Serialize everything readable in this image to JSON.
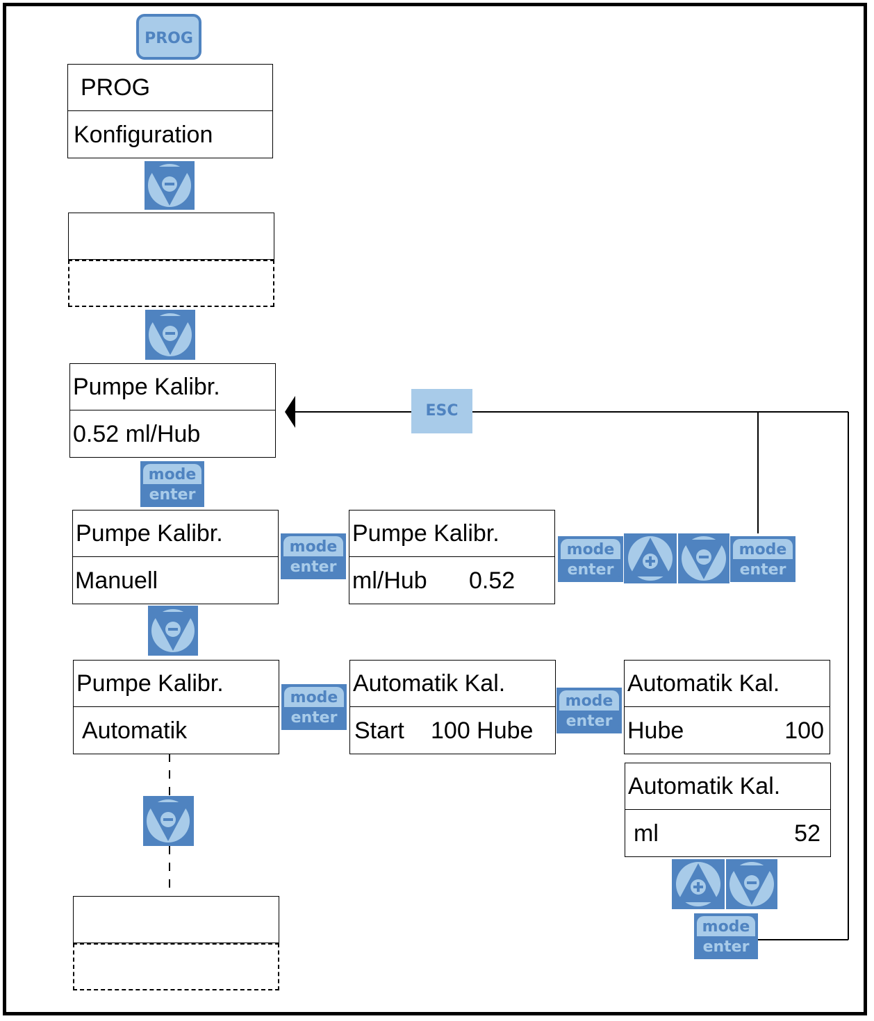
{
  "keys": {
    "prog": "PROG",
    "esc": "ESC",
    "mode": "mode",
    "enter": "enter"
  },
  "screens": {
    "prog": {
      "line1": "PROG",
      "line2": "Konfiguration"
    },
    "pumpe_kalibr_value": {
      "line1": "Pumpe Kalibr.",
      "line2": "0.52 ml/Hub"
    },
    "pumpe_kalibr_manuell": {
      "line1": "Pumpe Kalibr.",
      "line2": "Manuell"
    },
    "manuell_edit": {
      "line1": "Pumpe Kalibr.",
      "line2_label": "ml/Hub",
      "line2_value": "0.52"
    },
    "pumpe_kalibr_automatik": {
      "line1": "Pumpe Kalibr.",
      "line2": "Automatik"
    },
    "automatik_start": {
      "line1": "Automatik Kal.",
      "line2_label": "Start",
      "line2_value": "100 Hube"
    },
    "automatik_hube": {
      "line1": "Automatik Kal.",
      "line2_label": "Hube",
      "line2_value": "100"
    },
    "automatik_ml": {
      "line1": "Automatik Kal.",
      "line2_label": "ml",
      "line2_value": "52"
    }
  },
  "colors": {
    "key_dark": "#4f83c0",
    "key_light": "#a8cbe9"
  }
}
